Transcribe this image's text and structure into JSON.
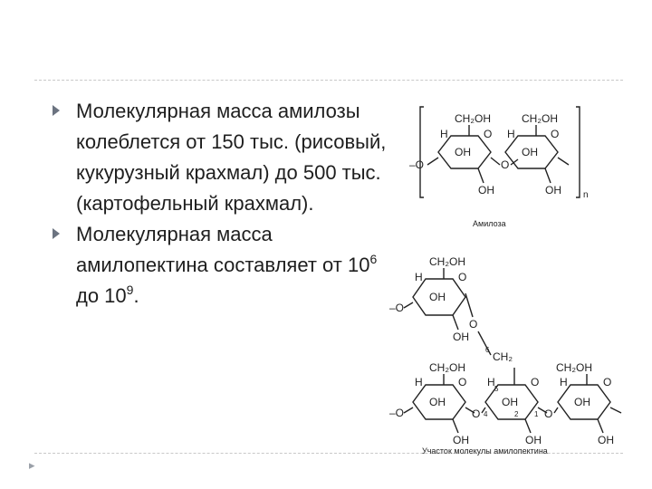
{
  "slide": {
    "bullets": [
      {
        "text": "Молекулярная масса амилозы колеблется от 150 тыс. (рисовый, кукурузный крахмал) до 500 тыс. (картофельный крахмал)."
      },
      {
        "text_before": "Молекулярная масса амилопектина составляет от 10",
        "exp1": "6",
        "text_middle": " до 10",
        "exp2": "9",
        "text_after": "."
      }
    ]
  },
  "figure": {
    "group_ch2oh": "CH₂OH",
    "group_oh": "OH",
    "atom_h": "H",
    "atom_o": "O",
    "link_o": "–O",
    "bridge_ch2": "CH₂",
    "subscript_n": "n",
    "num_6": "6",
    "num_5": "5",
    "num_4": "4",
    "num_1": "1",
    "num_2": "2",
    "caption_amylose": "Амилоза",
    "caption_amylopectin": "Участок молекулы амилопектина"
  }
}
